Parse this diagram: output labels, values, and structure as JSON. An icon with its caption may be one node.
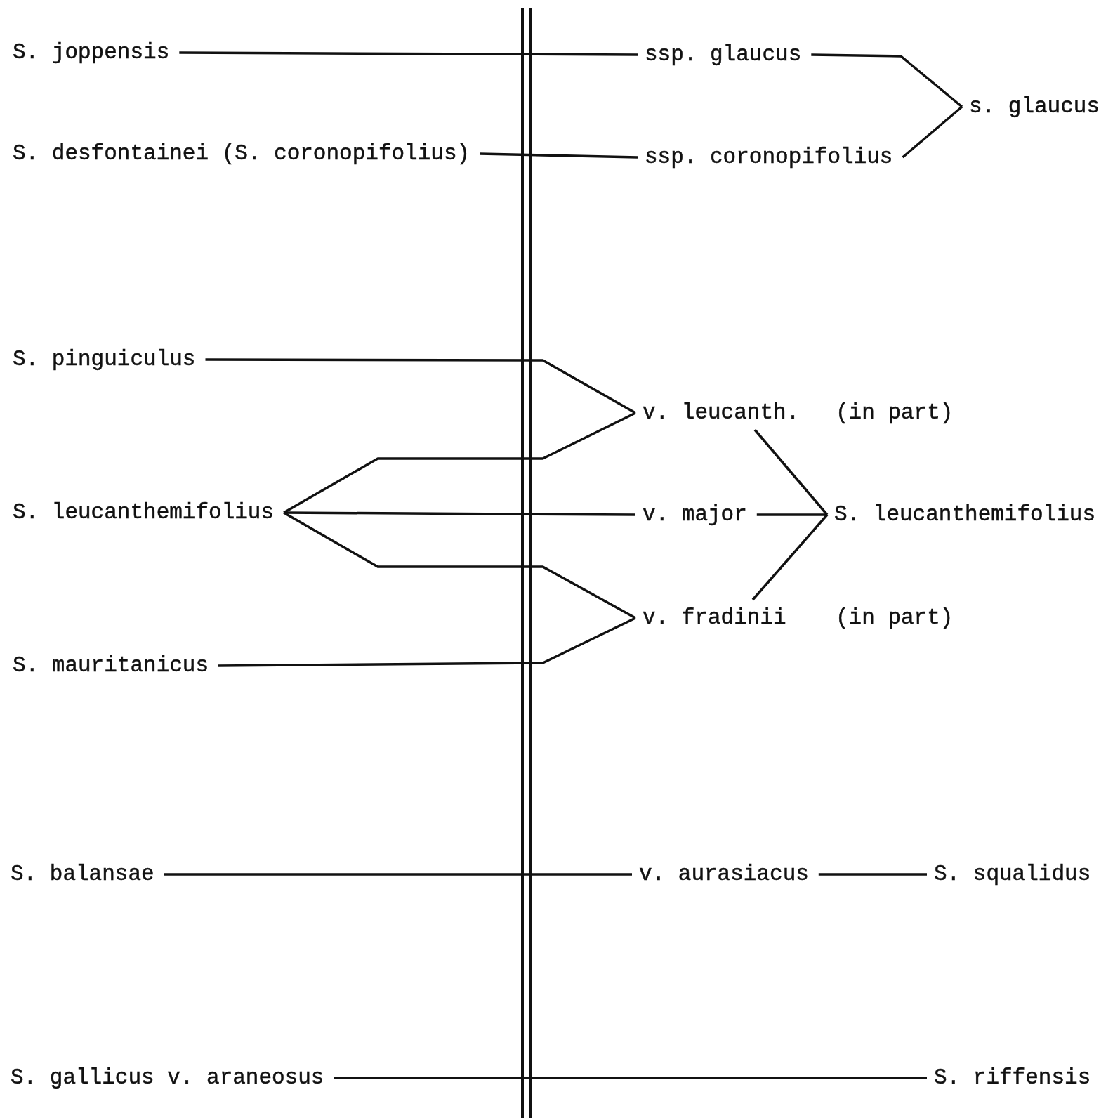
{
  "diagram": {
    "nodes": [
      {
        "text": [
          "S. joppensis"
        ]
      },
      {
        "text": [
          "S. desfontainei (S. coronopifolius)"
        ]
      },
      {
        "text": [
          "S. pinguiculus"
        ]
      },
      {
        "text": [
          "S. leucanthemifolius"
        ]
      },
      {
        "text": [
          "S. mauritanicus"
        ]
      },
      {
        "text": [
          "S. balansae"
        ]
      },
      {
        "text": [
          "S. gallicus v. araneosus"
        ]
      },
      {
        "text": [
          "ssp. glaucus"
        ]
      },
      {
        "text": [
          "ssp. coronopifolius"
        ]
      },
      {
        "text": [
          "s. glaucus"
        ]
      },
      {
        "text": [
          "v. leucanth."
        ],
        "beside": [
          "(in part)"
        ]
      },
      {
        "text": [
          "v. major"
        ]
      },
      {
        "text": [
          "v. fradinii"
        ],
        "beside": [
          "(in part)"
        ]
      },
      {
        "text": [
          "S. leucanthemifolius"
        ]
      },
      {
        "text": [
          "v. aurasiacus"
        ]
      },
      {
        "text": [
          "S. squalidus"
        ]
      },
      {
        "text": [
          "S. riffensis"
        ]
      }
    ],
    "edges": [
      {
        "from": 0,
        "to": 7,
        "arrow": "none"
      },
      {
        "from": 1,
        "to": 8,
        "arrow": "none"
      },
      {
        "from": 7,
        "to": 9,
        "arrow": "none"
      },
      {
        "from": 8,
        "to": 9,
        "arrow": "none"
      },
      {
        "from": 2,
        "to": 10,
        "arrow": "none"
      },
      {
        "from": 3,
        "to": 10,
        "arrow": "none"
      },
      {
        "from": 3,
        "to": 11,
        "arrow": "none"
      },
      {
        "from": 3,
        "to": 12,
        "arrow": "none"
      },
      {
        "from": 4,
        "to": 12,
        "arrow": "none"
      },
      {
        "from": 10,
        "to": 13,
        "arrow": "none"
      },
      {
        "from": 11,
        "to": 13,
        "arrow": "none"
      },
      {
        "from": 12,
        "to": 13,
        "arrow": "none"
      },
      {
        "from": 5,
        "to": 14,
        "arrow": "none"
      },
      {
        "from": 14,
        "to": 15,
        "arrow": "none"
      },
      {
        "from": 6,
        "to": 16,
        "arrow": "none"
      }
    ]
  }
}
